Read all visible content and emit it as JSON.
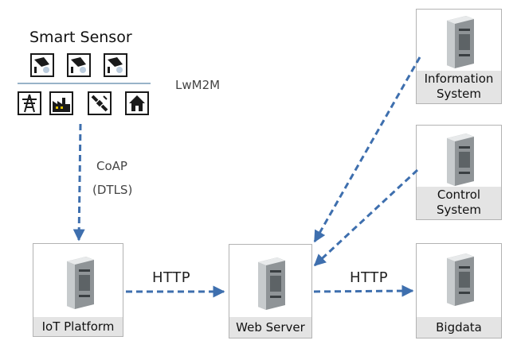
{
  "smart_sensor": {
    "title": "Smart Sensor",
    "top_icons": [
      "cctv-camera-icon",
      "cctv-camera-icon",
      "cctv-camera-icon"
    ],
    "bottom_icons": [
      "power-tower-icon",
      "factory-icon",
      "satellite-icon",
      "house-icon"
    ]
  },
  "protocols": {
    "lwm2m": "LwM2M",
    "coap": "CoAP",
    "dtls": "(DTLS)",
    "http_left": "HTTP",
    "http_right": "HTTP"
  },
  "nodes": {
    "iot_platform": "IoT Platform",
    "web_server": "Web Server",
    "information_system": [
      "Information",
      "System"
    ],
    "control_system": [
      "Control",
      "System"
    ],
    "bigdata": "Bigdata"
  },
  "colors": {
    "arrow": "#3e6fae",
    "label_bar": "#e4e4e4",
    "box_border": "#b3b3b3"
  }
}
